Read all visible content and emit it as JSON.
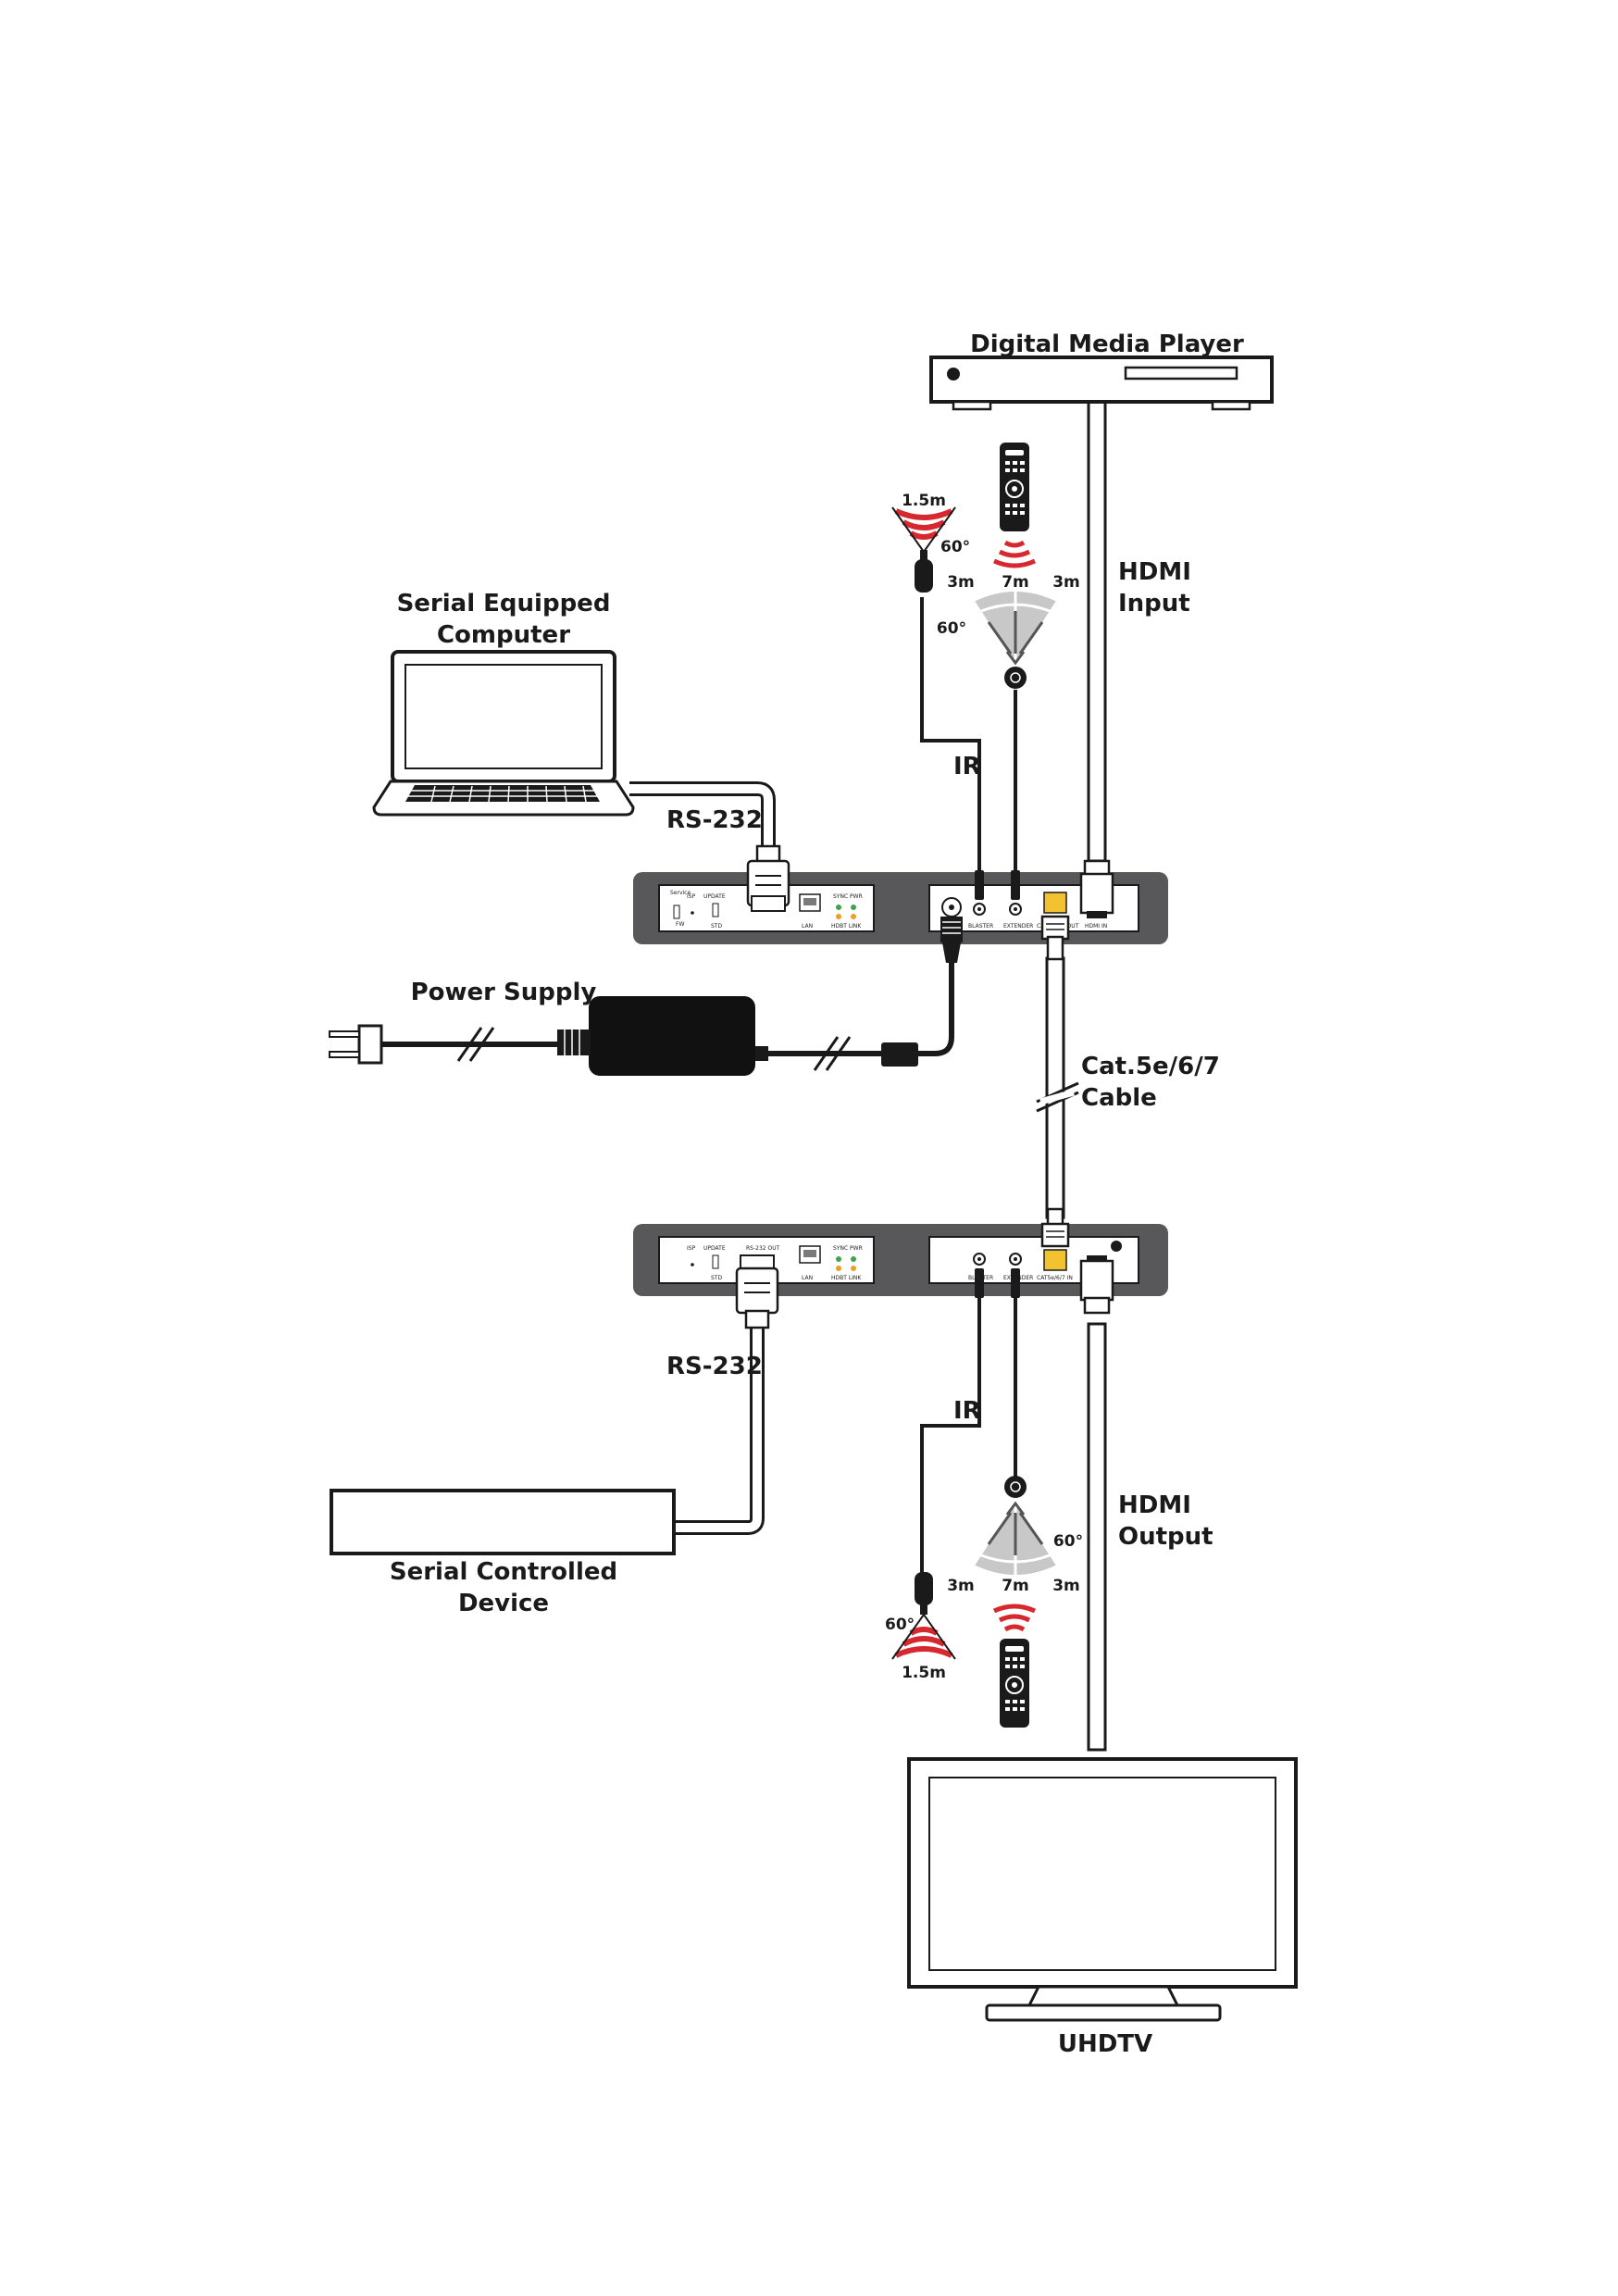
{
  "labels": {
    "media_player": "Digital Media Player",
    "hdmi_input": [
      "HDMI",
      "Input"
    ],
    "computer": [
      "Serial Equipped",
      "Computer"
    ],
    "rs232_top": "RS-232",
    "ir_top": "IR",
    "power_supply": "Power Supply",
    "cable": [
      "Cat.5e/6/7",
      "Cable"
    ],
    "rs232_bottom": "RS-232",
    "ir_bottom": "IR",
    "serial_device": [
      "Serial Controlled",
      "Device"
    ],
    "hdmi_output": [
      "HDMI",
      "Output"
    ],
    "tv": "UHDTV"
  },
  "ir_specs": {
    "blaster_range": "1.5m",
    "blaster_angle": "60°",
    "receiver_side_range": "3m",
    "receiver_center_range": "7m",
    "receiver_angle": "60°"
  },
  "tx_panel": {
    "left": {
      "service": "Service",
      "fw": "FW",
      "isp": "ISP",
      "update": "UPDATE",
      "std": "STD",
      "lan": "LAN",
      "sync_pwr": "SYNC PWR",
      "hdbt_link": "HDBT LINK"
    },
    "right": {
      "ir_blaster": "BLASTER",
      "ir_extender": "EXTENDER",
      "cat_out": "CAT5e/6/7 OUT",
      "hdmi_in": "HDMI IN"
    }
  },
  "rx_panel": {
    "left": {
      "isp": "ISP",
      "update": "UPDATE",
      "std": "STD",
      "rs232_out": "RS-232 OUT",
      "lan": "LAN",
      "sync_pwr": "SYNC PWR",
      "hdbt_link": "HDBT LINK"
    },
    "right": {
      "ir_blaster": "BLASTER",
      "ir_extender": "EXTENDER",
      "cat_in": "CAT5e/6/7 IN"
    }
  },
  "colors": {
    "device_body": "#58585a",
    "panel_face": "#ffffff",
    "outline": "#1a1a1a",
    "ir_red": "#d7282f",
    "sensor_fan": "#c8c8c8",
    "rj45_yellow": "#f2c230",
    "led_green": "#3aa64a",
    "led_orange": "#f29b2a"
  }
}
